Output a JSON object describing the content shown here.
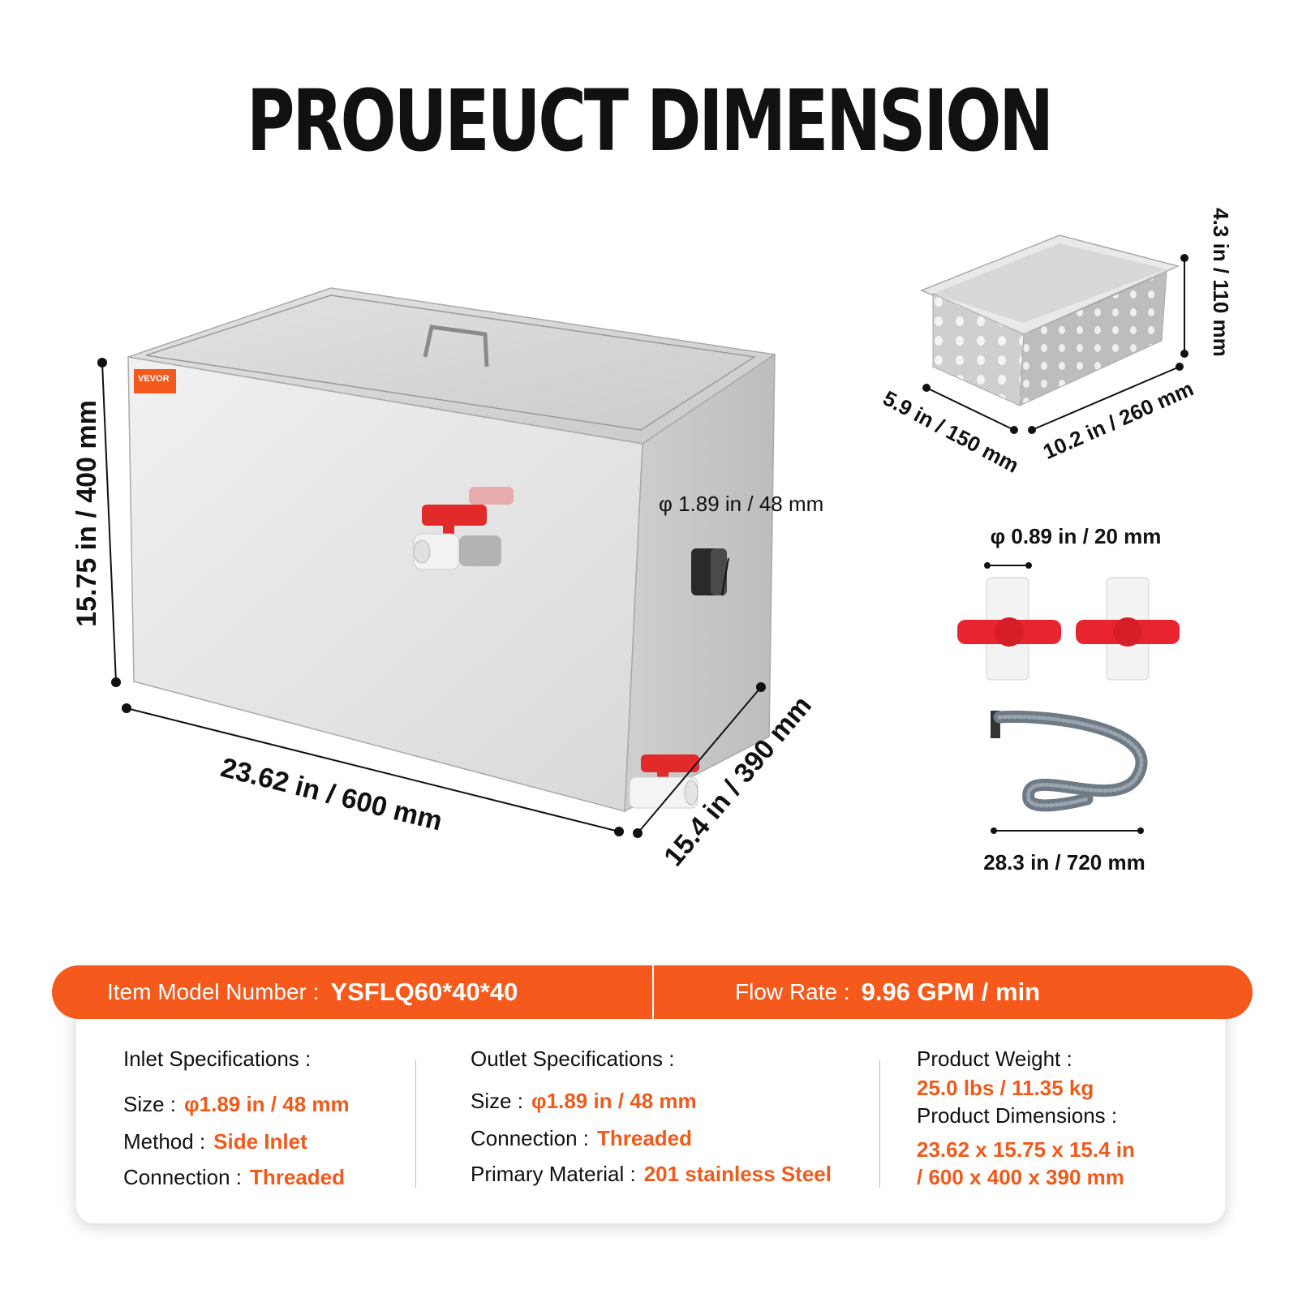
{
  "title": "PROUEUCT DIMENSION",
  "brand": {
    "logo_text": "VEVOR",
    "accent_color": "#f5591c",
    "value_color": "#f05a1a"
  },
  "dimensions": {
    "tank_width": "23.62 in / 600 mm",
    "tank_height": "15.75 in / 400 mm",
    "tank_depth": "15.4 in / 390 mm",
    "outlet_diameter": "φ 1.89 in / 48 mm",
    "basket_height": "4.3 in / 110 mm",
    "basket_width": "10.2 in / 260 mm",
    "basket_depth": "5.9 in / 150 mm",
    "valve_diameter": "φ 0.89 in / 20 mm",
    "hose_length": "28.3 in / 720 mm"
  },
  "specs": {
    "model_label": "Item Model Number :",
    "model_value": "YSFLQ60*40*40",
    "flow_label": "Flow Rate :",
    "flow_value": "9.96 GPM / min",
    "inlet": {
      "heading": "Inlet Specifications :",
      "size_label": "Size :",
      "size_value": "φ1.89 in / 48 mm",
      "method_label": "Method :",
      "method_value": "Side Inlet",
      "connection_label": "Connection :",
      "connection_value": "Threaded"
    },
    "outlet": {
      "heading": "Outlet Specifications :",
      "size_label": "Size :",
      "size_value": "φ1.89 in / 48 mm",
      "connection_label": "Connection :",
      "connection_value": "Threaded",
      "material_label": "Primary Material :",
      "material_value": "201 stainless Steel"
    },
    "product": {
      "weight_label": "Product Weight :",
      "weight_value": "25.0 lbs / 11.35 kg",
      "dimensions_label": "Product Dimensions :",
      "dimensions_value_line1": "23.62 x 15.75 x 15.4 in",
      "dimensions_value_line2": "/ 600 x 400 x 390 mm"
    }
  }
}
